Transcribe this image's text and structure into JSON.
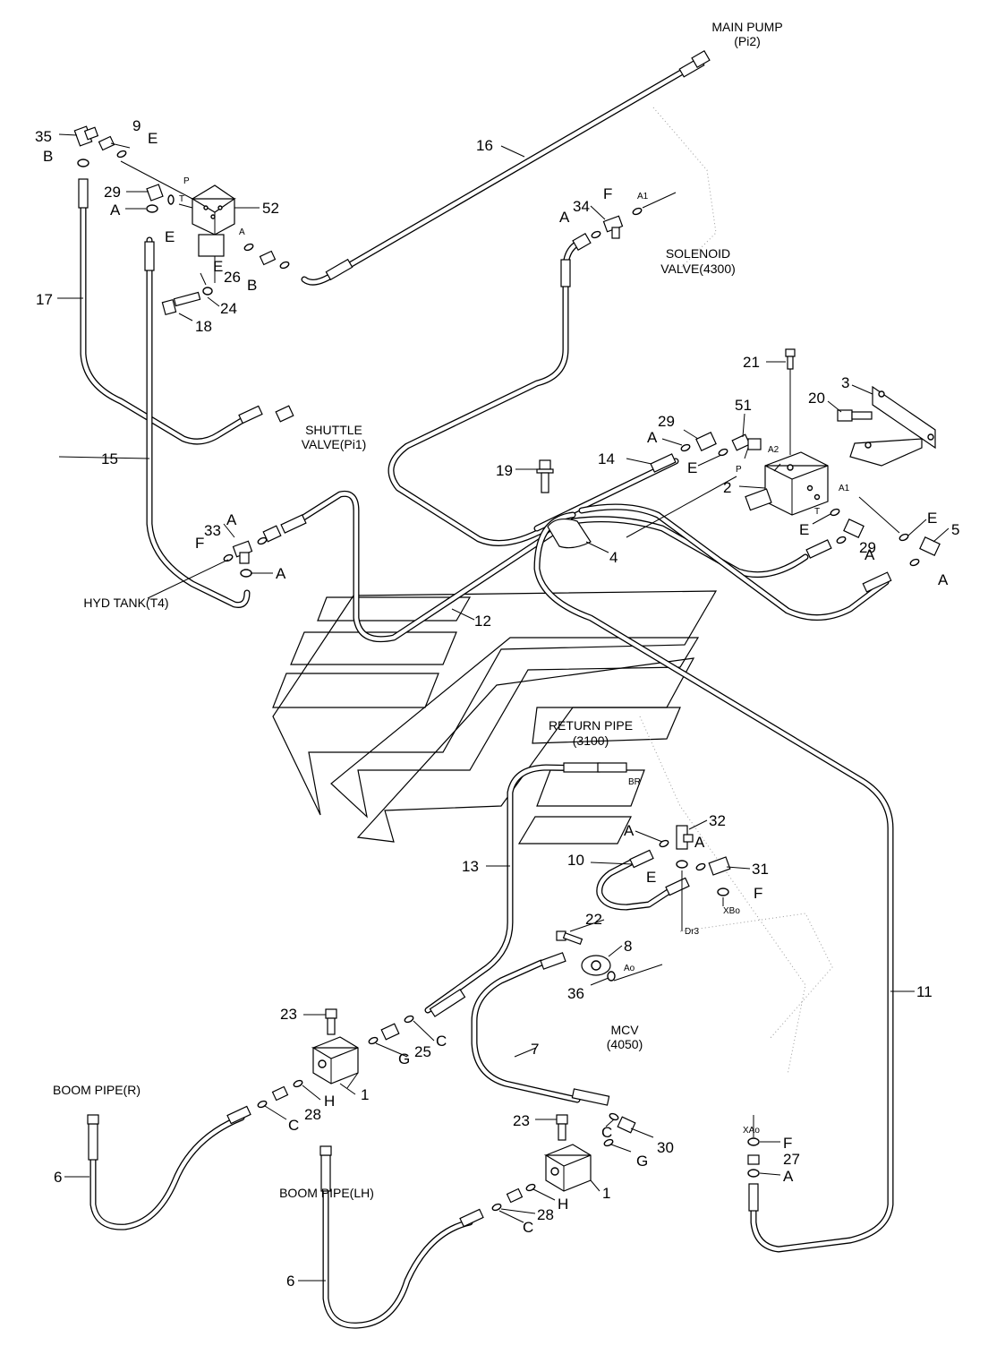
{
  "title": "",
  "labels": {
    "main_pump": "MAIN PUMP",
    "main_pump_port": "(Pi2)",
    "solenoid_valve_1": "SOLENOID",
    "solenoid_valve_2": "VALVE(4300)",
    "shuttle_valve_1": "SHUTTLE",
    "shuttle_valve_2": "VALVE(Pi1)",
    "hyd_tank": "HYD TANK(T4)",
    "return_pipe_1": "RETURN PIPE",
    "return_pipe_2": "(3100)",
    "mcv_1": "MCV",
    "mcv_2": "(4050)",
    "boom_pipe_r": "BOOM PIPE(R)",
    "boom_pipe_lh": "BOOM PIPE(LH)"
  },
  "ports": {
    "p_top": "P",
    "t_top": "T",
    "a_top": "A",
    "a1_sol": "A1",
    "a2": "A2",
    "p_mid": "P",
    "a1_mid": "A1",
    "t_mid": "T",
    "br": "BR",
    "dr3": "Dr3",
    "xbo": "XBo",
    "ao": "Ao",
    "xao": "XAo"
  },
  "callouts": {
    "n35": "35",
    "n9": "9",
    "nB1": "B",
    "nE1": "E",
    "n29a": "29",
    "nA1": "A",
    "nE2": "E",
    "n52": "52",
    "nE3": "E",
    "n26": "26",
    "nB2": "B",
    "n24": "24",
    "n18": "18",
    "n17": "17",
    "n16": "16",
    "nA2": "A",
    "n34": "34",
    "nF1": "F",
    "n21": "21",
    "n3": "3",
    "n20": "20",
    "n51": "51",
    "n29b": "29",
    "nA3": "A",
    "nE4": "E",
    "n14": "14",
    "n19": "19",
    "n2": "2",
    "nE5": "E",
    "nE6": "E",
    "n5": "5",
    "n29c": "29",
    "nA4": "A",
    "nA5": "A",
    "n4": "4",
    "n15": "15",
    "nA6": "A",
    "n33": "33",
    "nF2": "F",
    "nA7": "A",
    "n12": "12",
    "nA8": "A",
    "n32": "32",
    "nA9": "A",
    "n10": "10",
    "nE7": "E",
    "n31": "31",
    "nF3": "F",
    "n13": "13",
    "n22": "22",
    "n8": "8",
    "n36": "36",
    "n11": "11",
    "n23a": "23",
    "nG1": "G",
    "n25": "25",
    "nC1": "C",
    "nH1": "H",
    "n28a": "28",
    "nC2": "C",
    "n1a": "1",
    "n6a": "6",
    "n7": "7",
    "n23b": "23",
    "nC3": "C",
    "n30": "30",
    "nG2": "G",
    "nH2": "H",
    "n28b": "28",
    "nC4": "C",
    "n1b": "1",
    "nF4": "F",
    "n27": "27",
    "nA10": "A",
    "n6b": "6"
  },
  "icons": [
    "hose",
    "o-ring",
    "adapter",
    "elbow-fitting",
    "tee-fitting",
    "block-valve",
    "bolt",
    "bracket",
    "hose-clamp"
  ]
}
